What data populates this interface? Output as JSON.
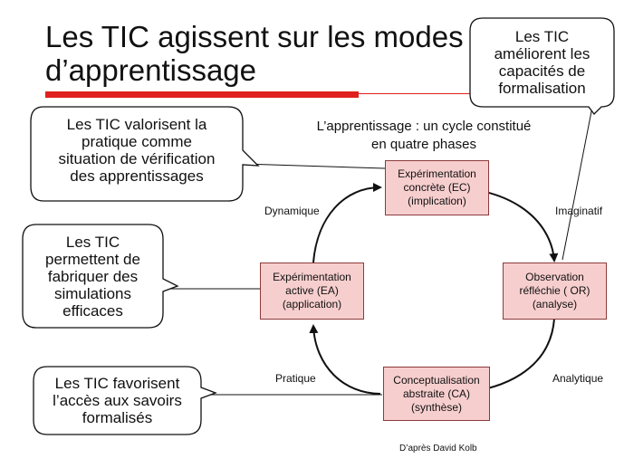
{
  "title": "Les TIC agissent sur les modes\nd’apprentissage",
  "subtitle": "L’apprentissage : un cycle constitué\nen quatre phases",
  "phases": {
    "ec": "Expérimentation\nconcrète (EC)\n(implication)",
    "or": "Observation\nréfléchie ( OR)\n(analyse)",
    "ca": "Conceptualisation\nabstraite (CA)\n(synthèse)",
    "ea": "Expérimentation\nactive (EA)\n(application)"
  },
  "axes": {
    "dynamique": "Dynamique",
    "imaginatif": "Imaginatif",
    "pratique": "Pratique",
    "analytique": "Analytique"
  },
  "bubbles": {
    "pratique_verification": "Les TIC valorisent la\npratique comme\nsituation de vérification\ndes apprentissages",
    "simulations": "Les TIC\npermettent de\nfabriquer des\nsimulations\nefficaces",
    "savoirs": "Les TIC favorisent\nl’accès aux savoirs\nformalisés",
    "formalisation": "Les TIC\naméliorent les\ncapacités de\nformalisation"
  },
  "credit": "D’après David  Kolb",
  "colors": {
    "accent_red": "#e0201e",
    "phase_fill": "#f7cece",
    "phase_border": "#8c3a3a",
    "stroke": "#111111"
  }
}
